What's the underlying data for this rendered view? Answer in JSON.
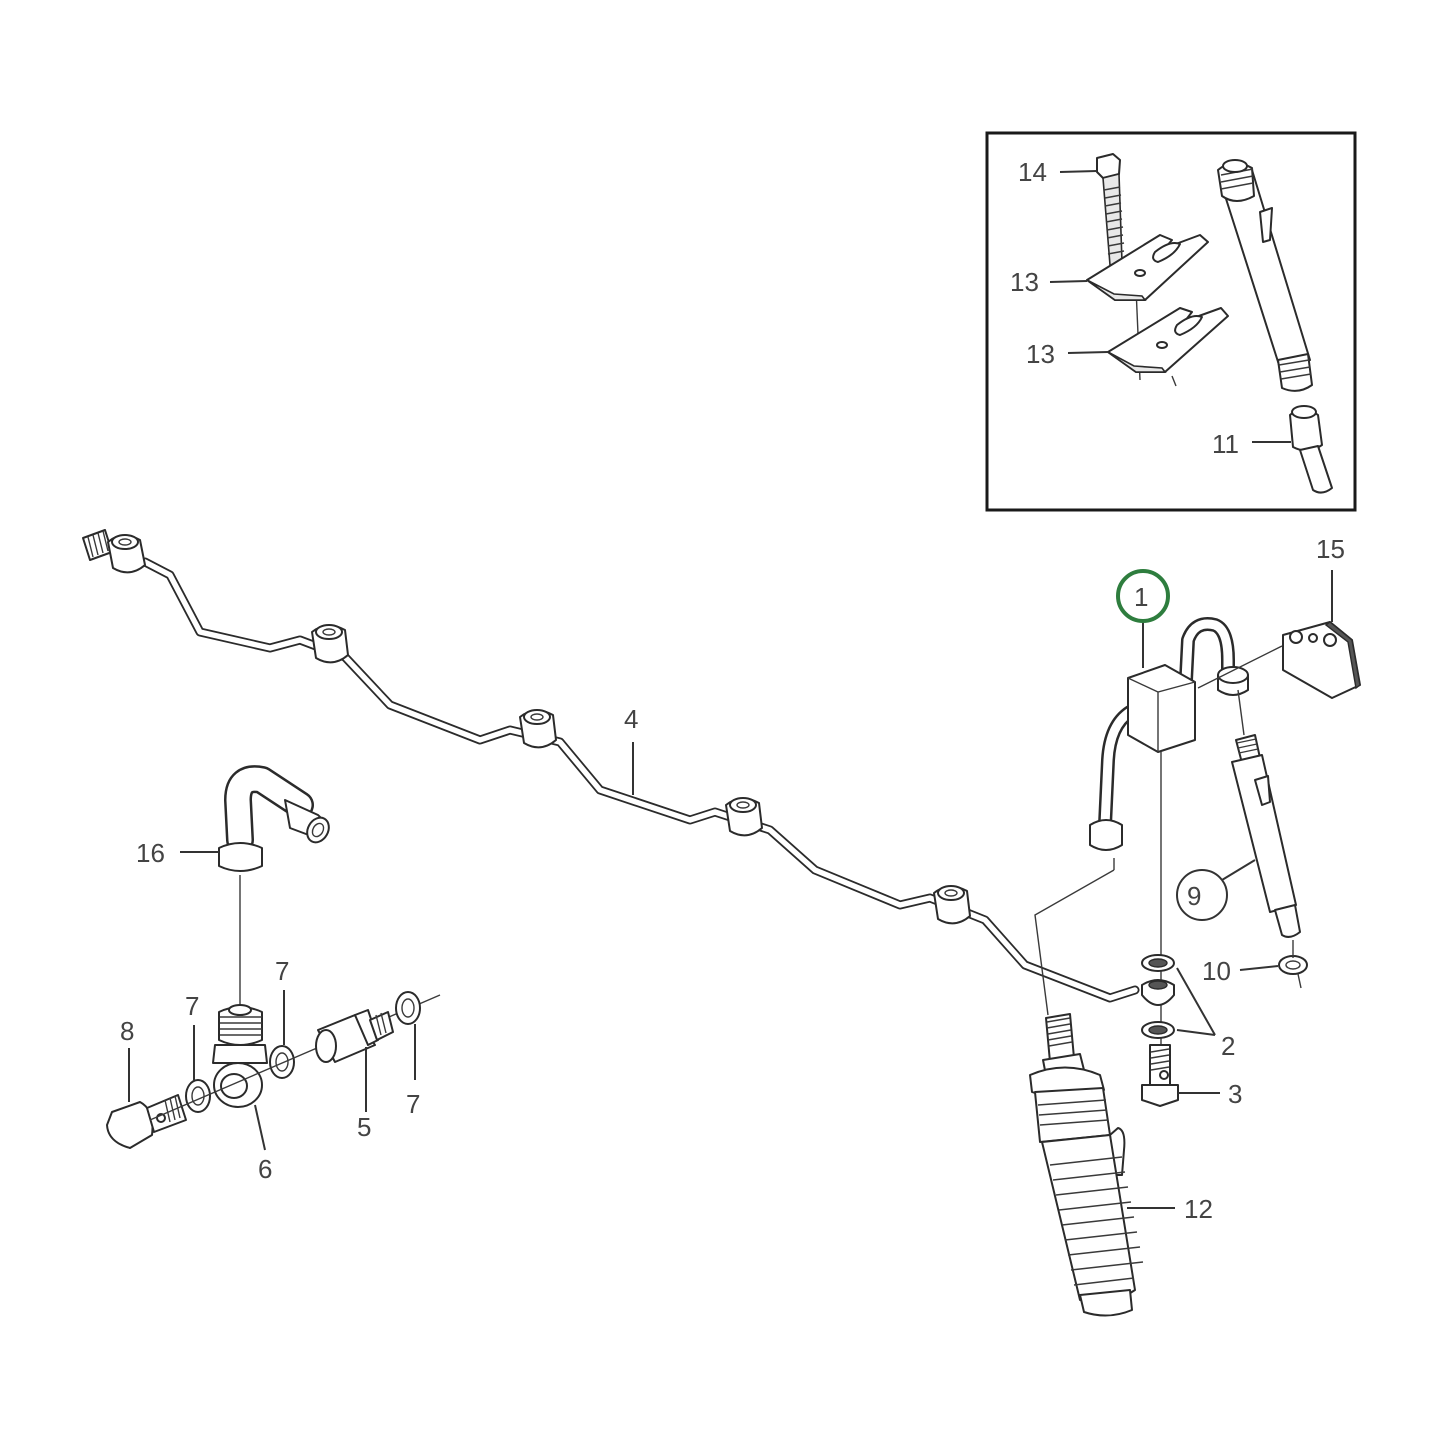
{
  "diagram": {
    "type": "exploded parts diagram",
    "subject": "fuel injection pipes, injector and fittings",
    "highlight_color": "#2e7d3e",
    "highlighted_callout": "1",
    "inset": {
      "callouts": [
        {
          "id": "14",
          "label": "14"
        },
        {
          "id": "13a",
          "label": "13"
        },
        {
          "id": "13b",
          "label": "13"
        },
        {
          "id": "11",
          "label": "11"
        }
      ]
    },
    "callouts": [
      {
        "id": "1",
        "label": "1",
        "style": "circled-highlight"
      },
      {
        "id": "2",
        "label": "2"
      },
      {
        "id": "3",
        "label": "3"
      },
      {
        "id": "4",
        "label": "4"
      },
      {
        "id": "5",
        "label": "5"
      },
      {
        "id": "6",
        "label": "6"
      },
      {
        "id": "7a",
        "label": "7"
      },
      {
        "id": "7b",
        "label": "7"
      },
      {
        "id": "7c",
        "label": "7"
      },
      {
        "id": "8",
        "label": "8"
      },
      {
        "id": "9",
        "label": "9"
      },
      {
        "id": "10",
        "label": "10",
        "style": "circled"
      },
      {
        "id": "12",
        "label": "12"
      },
      {
        "id": "15",
        "label": "15"
      },
      {
        "id": "16",
        "label": "16"
      }
    ]
  }
}
